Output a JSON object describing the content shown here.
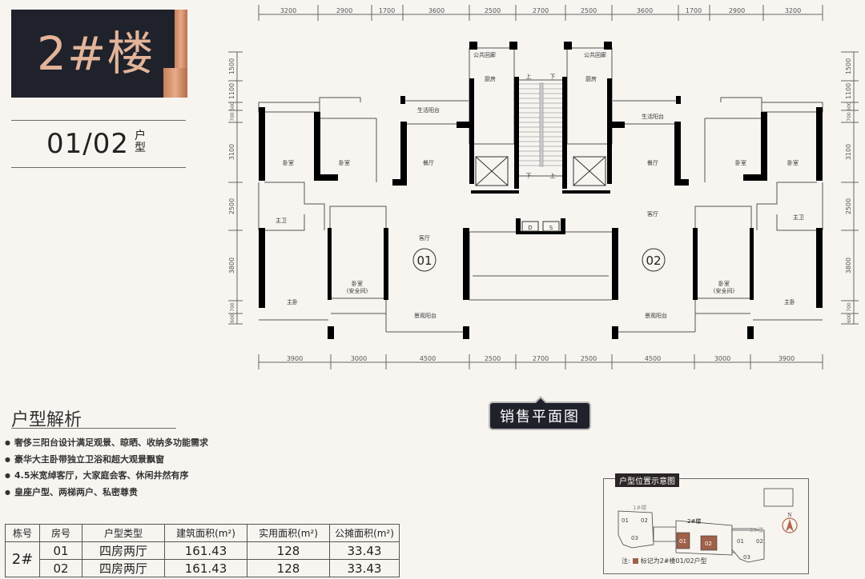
{
  "header": {
    "building_title": "2#楼",
    "unit_code": "01/02",
    "unit_suffix": "户型"
  },
  "analysis": {
    "title": "户型解析",
    "bullets": [
      "奢侈三阳台设计满足观景、晾晒、收纳多功能需求",
      "豪华大主卧带独立卫浴和超大观景飘窗",
      "4.5米宽绰客厅，大家庭会客、休闲井然有序",
      "皇座户型、两梯两户、私密尊贵"
    ]
  },
  "spec_table": {
    "headers": [
      "栋号",
      "房号",
      "户型类型",
      "建筑面积(m²)",
      "实用面积(m²)",
      "公摊面积(m²)"
    ],
    "building": "2#",
    "rows": [
      {
        "unit": "01",
        "type": "四房两厅",
        "gross_area": "161.43",
        "usable_area": "128",
        "shared_area": "33.43"
      },
      {
        "unit": "02",
        "type": "四房两厅",
        "gross_area": "161.43",
        "usable_area": "128",
        "shared_area": "33.43"
      }
    ]
  },
  "floor_plan": {
    "top_dimensions": [
      "3200",
      "2900",
      "1700",
      "3600",
      "2500",
      "2700",
      "2500",
      "3600",
      "1700",
      "2900",
      "3200"
    ],
    "bottom_dimensions": [
      "3900",
      "3000",
      "4500",
      "2500",
      "2700",
      "2500",
      "4500",
      "3000",
      "3900"
    ],
    "left_dimensions": [
      "1500",
      "1100",
      "600",
      "700",
      "3100",
      "2500",
      "3800",
      "700",
      "600"
    ],
    "right_dimensions": [
      "1500",
      "1100",
      "600",
      "700",
      "3100",
      "2500",
      "3800",
      "700",
      "600"
    ],
    "unit_markers": [
      "01",
      "02"
    ],
    "rooms": {
      "bedroom": "卧室",
      "master_bedroom": "主卧",
      "master_bath": "主卫",
      "dining": "餐厅",
      "living": "客厅",
      "kitchen": "厨房",
      "utility_balcony": "生活阳台",
      "view_balcony": "景观阳台",
      "public_corridor": "公共回廊",
      "safe_room": "卧室",
      "safe_room_note": "(安全间)",
      "stair_up": "上",
      "stair_down": "下",
      "shaft_d": "D",
      "shaft_s": "S"
    }
  },
  "sales_tag": "销售平面图",
  "locator": {
    "title": "户型位置示意图",
    "buildings": [
      "1#楼",
      "2#楼",
      "3#楼"
    ],
    "units": [
      "01",
      "02",
      "03"
    ],
    "highlight_color": "#a0604a",
    "compass": "N",
    "note_prefix": "注:",
    "note_text": "标记为2#楼01/02户型"
  },
  "colors": {
    "background": "#f8f5f1",
    "dark_panel": "#1f222b",
    "copper_accent": "#d8997a",
    "wall": "#000000"
  }
}
